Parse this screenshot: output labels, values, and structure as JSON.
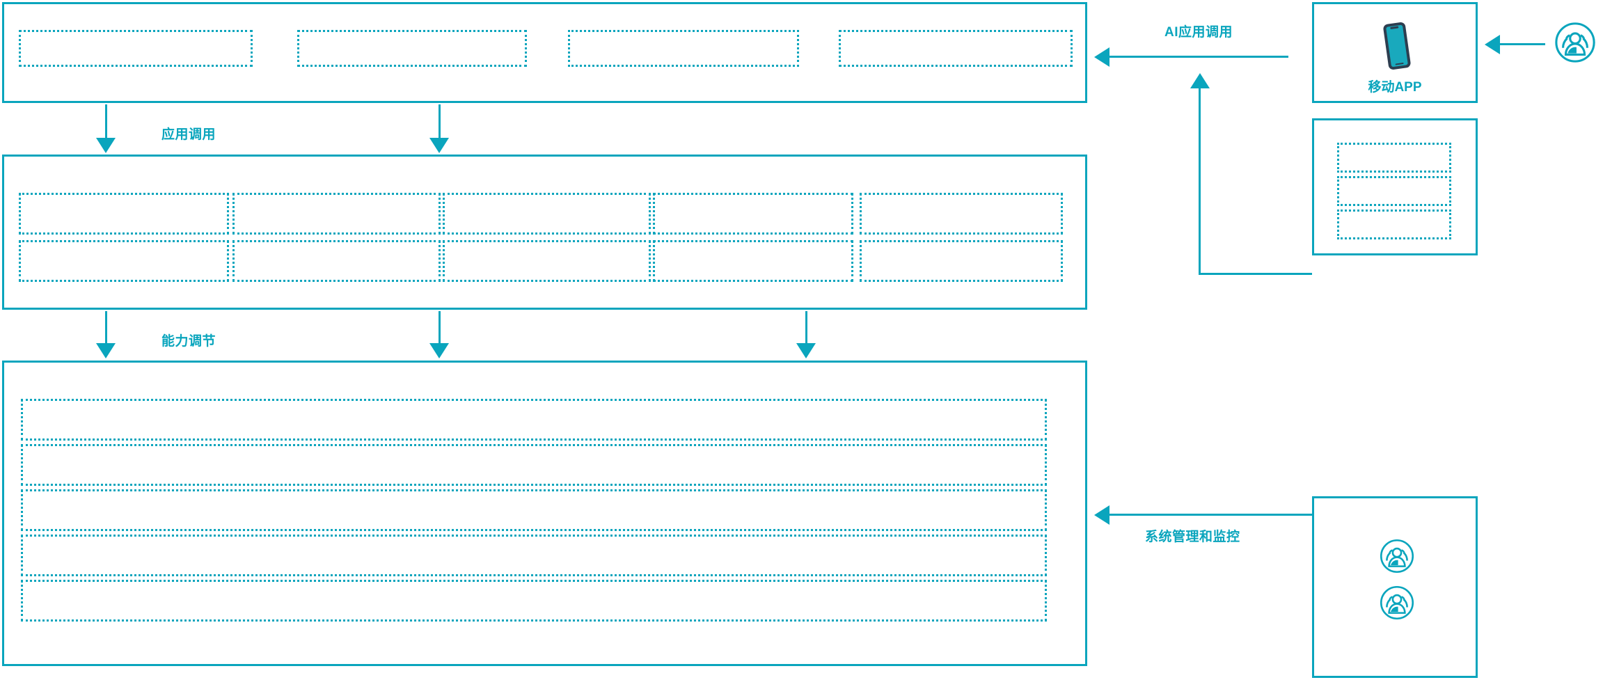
{
  "theme": {
    "accent": "#0aa5bd",
    "phone_body": "#2d3e50",
    "phone_screen": "#19a9bd",
    "background": "#ffffff"
  },
  "layers": {
    "application_layer": {
      "name": "application-layer-panel",
      "boxes": [
        {
          "label": ""
        },
        {
          "label": ""
        },
        {
          "label": ""
        },
        {
          "label": ""
        }
      ]
    },
    "capability_layer": {
      "name": "capability-layer-panel",
      "columns": [
        {
          "top": {
            "label": ""
          },
          "bottom": {
            "label": ""
          }
        },
        {
          "top": {
            "label": ""
          },
          "bottom": {
            "label": ""
          }
        },
        {
          "top": {
            "label": ""
          },
          "bottom": {
            "label": ""
          }
        },
        {
          "top": {
            "label": ""
          },
          "bottom": {
            "label": ""
          }
        },
        {
          "top": {
            "label": ""
          },
          "bottom": {
            "label": ""
          }
        }
      ]
    },
    "platform_layer": {
      "name": "platform-layer-panel",
      "rows": [
        {
          "label": ""
        },
        {
          "label": ""
        },
        {
          "label": ""
        },
        {
          "label": ""
        },
        {
          "label": ""
        }
      ]
    }
  },
  "edges": {
    "application_call": {
      "label": "应用调用"
    },
    "capability_adjust": {
      "label": "能力调节"
    },
    "ai_application_call": {
      "label": "AI应用调用"
    },
    "system_management": {
      "label": "系统管理和监控"
    }
  },
  "right_column": {
    "mobile_app": {
      "caption": "移动APP",
      "icon": "smartphone-icon"
    },
    "channel_panel": {
      "boxes": [
        {
          "label": ""
        },
        {
          "label": ""
        },
        {
          "label": ""
        }
      ]
    },
    "operators_panel": {
      "icons": [
        {
          "icon": "user-group-icon"
        },
        {
          "icon": "user-group-icon"
        }
      ]
    }
  },
  "external_actor": {
    "icon": "user-group-icon"
  }
}
